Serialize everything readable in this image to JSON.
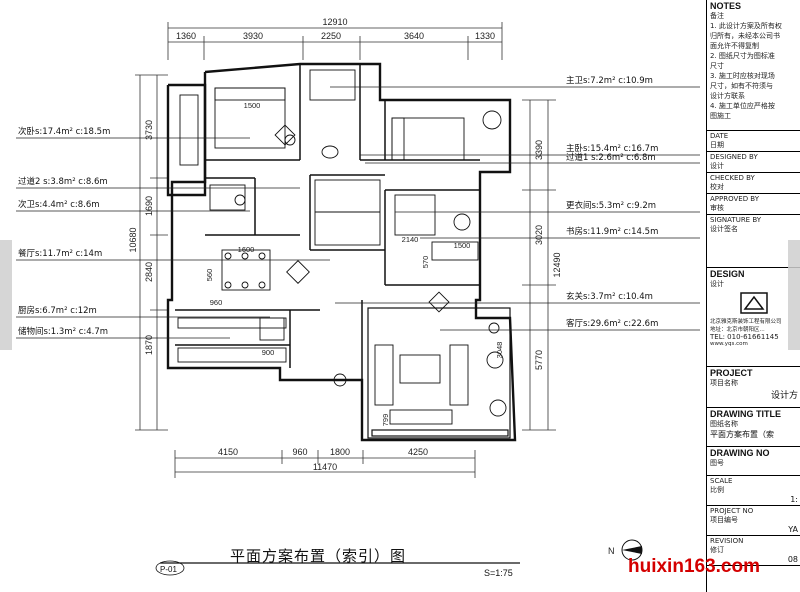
{
  "dimensions": {
    "overall_top": "12910",
    "top": [
      "1360",
      "3930",
      "2250",
      "3640",
      "1330"
    ],
    "bottom": [
      "4150",
      "960",
      "1800",
      "4250"
    ],
    "overall_bottom": "11470",
    "left": [
      "3730",
      "1690",
      "2840",
      "1870"
    ],
    "left_overall": "10680",
    "right": [
      "3390",
      "3020",
      "5770"
    ],
    "right_overall": "12490",
    "inner": [
      "1500",
      "1600",
      "2140",
      "1500",
      "570",
      "960",
      "900",
      "3048",
      "799",
      "560"
    ]
  },
  "rooms": [
    "次卧s:17.4m²  c:18.5m",
    "过道2 s:3.8m²  c:8.6m",
    "次卫s:4.4m²  c:8.6m",
    "餐厅s:11.7m²  c:14m",
    "厨房s:6.7m²  c:12m",
    "储物间s:1.3m²  c:4.7m",
    "主卫s:7.2m²  c:10.9m",
    "主卧s:15.4m²  c:16.7m",
    "过道1 s:2.6m²  c:6.8m",
    "更衣间s:5.3m²  c:9.2m",
    "书房s:11.9m²  c:14.5m",
    "玄关s:3.7m²  c:10.4m",
    "客厅s:29.6m²  c:22.6m"
  ],
  "plan_title": "平面方案布置（索引）图",
  "scale": "S=1:75",
  "sheet_no": "P-01",
  "north_label": "N",
  "title_block": {
    "notes_head": "NOTES",
    "notes_sub": "备注",
    "notes": [
      "1. 此设计方案及所有权",
      "归所有，未经本公司书",
      "面允许不得复制",
      "2. 图纸尺寸为图标准",
      "尺寸",
      "3. 施工时应核对现场",
      "尺寸，如有不符须与",
      "设计方联系",
      "4. 施工单位应严格按",
      "图施工"
    ],
    "rows": [
      {
        "en": "DATE",
        "cn": "日期"
      },
      {
        "en": "DESIGNED BY",
        "cn": "设计"
      },
      {
        "en": "CHECKED BY",
        "cn": "校对"
      },
      {
        "en": "APPROVED BY",
        "cn": "审核"
      },
      {
        "en": "SIGNATURE BY",
        "cn": "设计签名"
      }
    ],
    "design_head": "DESIGN",
    "design_cn": "设计",
    "company_name": "北京雅克斯装饰工程有限公司",
    "company_addr": "地址：北京市朝阳区...",
    "tel": "TEL: 010-61661145",
    "web": "www.yqs.com",
    "project_head": "PROJECT",
    "project_cn": "项目名称",
    "project_value": "设计方",
    "drawing_title_head": "DRAWING TITLE",
    "drawing_title_cn": "图纸名称",
    "drawing_title_value": "平面方案布置（索",
    "drawing_no_head": "DRAWING NO",
    "drawing_no_cn": "图号",
    "scale_head": "SCALE",
    "scale_cn": "比例",
    "scale_value": "1:",
    "project_no_head": "PROJECT NO",
    "project_no_cn": "项目编号",
    "project_no_value": "YA",
    "revision_head": "REVISION",
    "revision_cn": "修订",
    "revision_value": "08"
  },
  "watermark": "huixin163.com",
  "colors": {
    "line": "#111111",
    "watermark": "#d40000",
    "nav": "#cfcfcf"
  }
}
